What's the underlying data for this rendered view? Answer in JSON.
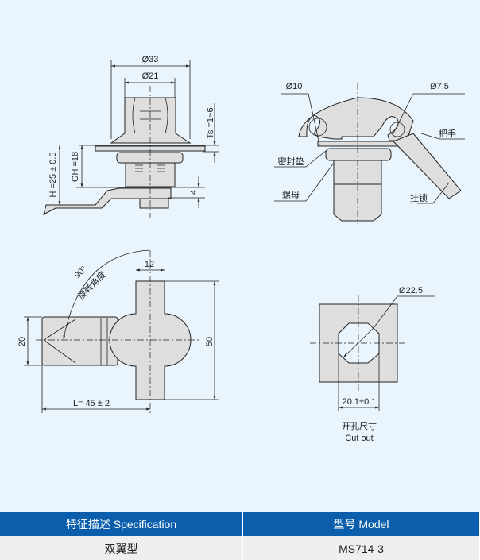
{
  "front_view": {
    "d33": "Ø33",
    "d21": "Ø21",
    "ts": "Ts =1~6",
    "gh": "GH =18",
    "h": "H =25 ± 0.5",
    "four": "4"
  },
  "side_view": {
    "d10": "Ø10",
    "d75": "Ø7.5",
    "handle": "把手",
    "gasket": "密封垫",
    "nut": "螺母",
    "padlock": "挂锁"
  },
  "top_view": {
    "angle": "90°",
    "angle_label": "旋转角度",
    "w12": "12",
    "h20": "20",
    "h50": "50",
    "length": "L= 45 ± 2"
  },
  "cutout": {
    "diameter": "Ø22.5",
    "width": "20.1±0.1",
    "label_cn": "开孔尺寸",
    "label_en": "Cut out"
  },
  "table": {
    "headers": [
      "特征描述 Specification",
      "型号 Model"
    ],
    "rows": [
      [
        "双翼型",
        "MS714-3"
      ]
    ]
  }
}
